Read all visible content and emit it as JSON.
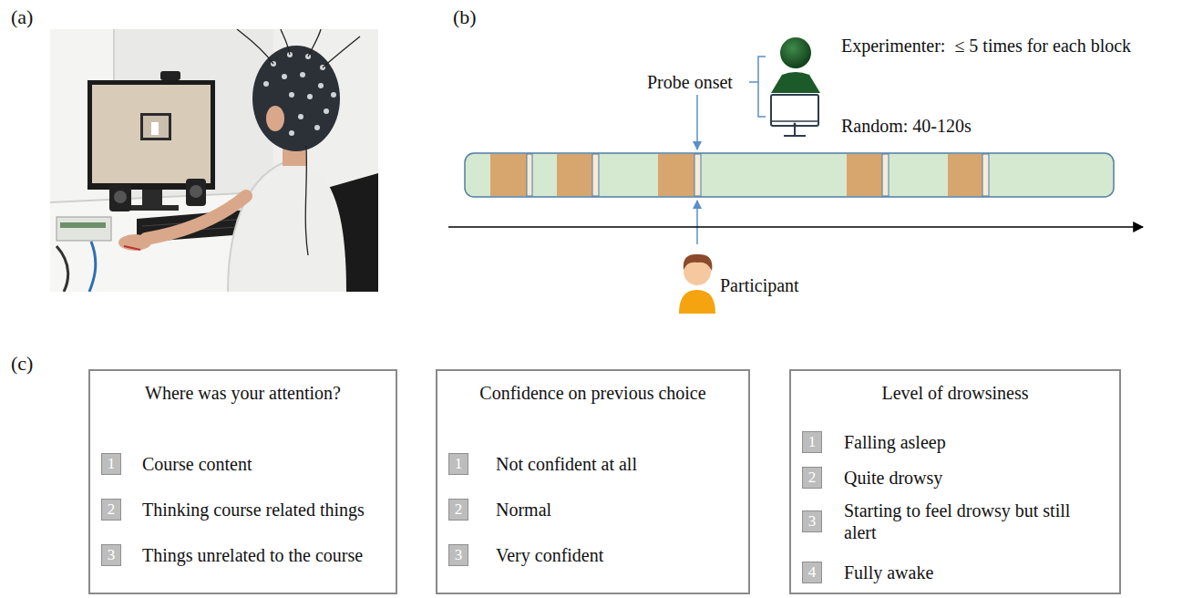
{
  "diagram": {
    "nodes": [
      {
        "text": [
          "Where was your attention?",
          "Course content",
          "Thinking course related things",
          "Things unrelated to the course"
        ]
      },
      {
        "text": [
          "1"
        ],
        "in": 0
      },
      {
        "text": [
          "2"
        ],
        "in": 0
      },
      {
        "text": [
          "3"
        ],
        "in": 0
      },
      {
        "text": [
          "Confidence on previous choice",
          "Not confident at all",
          "Normal",
          "Very confident"
        ]
      },
      {
        "text": [
          "1"
        ],
        "in": 4
      },
      {
        "text": [
          "2"
        ],
        "in": 4
      },
      {
        "text": [
          "3"
        ],
        "in": 4
      },
      {
        "text": [
          "Level of drowsiness",
          "Falling asleep",
          "Quite drowsy",
          "Starting to feel drowsy but still alert",
          "Fully awake"
        ]
      },
      {
        "text": [
          "1"
        ],
        "in": 8
      },
      {
        "text": [
          "2"
        ],
        "in": 8
      },
      {
        "text": [
          "3"
        ],
        "in": 8
      },
      {
        "text": [
          "4"
        ],
        "in": 8
      }
    ],
    "labels": [
      "(a)",
      "(b)",
      "Probe onset",
      "Experimenter:  ≤ 5 times for each block",
      "Random: 40-120s",
      "Participant",
      "(c)"
    ]
  }
}
